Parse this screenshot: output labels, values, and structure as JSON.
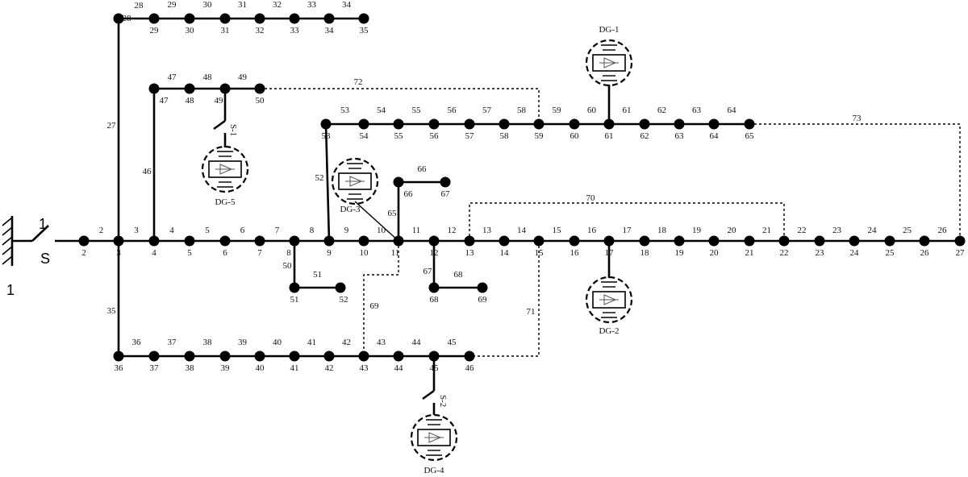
{
  "diagram": {
    "source_label": "S",
    "source_switch_number": "1",
    "source_node_label": "1",
    "buses": [
      "2",
      "3",
      "4",
      "5",
      "6",
      "7",
      "8",
      "9",
      "10",
      "11",
      "12",
      "13",
      "14",
      "15",
      "16",
      "17",
      "18",
      "19",
      "20",
      "21",
      "22",
      "23",
      "24",
      "25",
      "26",
      "27",
      "28",
      "29",
      "30",
      "31",
      "32",
      "33",
      "34",
      "35",
      "36",
      "37",
      "38",
      "39",
      "40",
      "41",
      "42",
      "43",
      "44",
      "45",
      "46",
      "47",
      "48",
      "49",
      "50",
      "51",
      "52",
      "53",
      "54",
      "55",
      "56",
      "57",
      "58",
      "59",
      "60",
      "61",
      "62",
      "63",
      "64",
      "65",
      "66",
      "67",
      "68",
      "69"
    ],
    "branch_labels": [
      "2",
      "3",
      "4",
      "5",
      "6",
      "7",
      "8",
      "9",
      "10",
      "11",
      "12",
      "13",
      "14",
      "15",
      "16",
      "17",
      "18",
      "19",
      "20",
      "21",
      "22",
      "23",
      "24",
      "25",
      "26",
      "27",
      "28",
      "29",
      "30",
      "31",
      "32",
      "33",
      "34",
      "35",
      "36",
      "37",
      "38",
      "39",
      "40",
      "41",
      "42",
      "43",
      "44",
      "45",
      "46",
      "47",
      "48",
      "49",
      "50",
      "51",
      "52",
      "53",
      "54",
      "55",
      "56",
      "57",
      "58",
      "59",
      "60",
      "61",
      "62",
      "63",
      "64",
      "65",
      "66",
      "67",
      "68"
    ],
    "tie_lines": [
      "69",
      "70",
      "71",
      "72",
      "73"
    ],
    "generators": [
      "DG-1",
      "DG-2",
      "DG-3",
      "DG-4",
      "DG-5"
    ],
    "switches": [
      "S-1",
      "S-2"
    ]
  }
}
